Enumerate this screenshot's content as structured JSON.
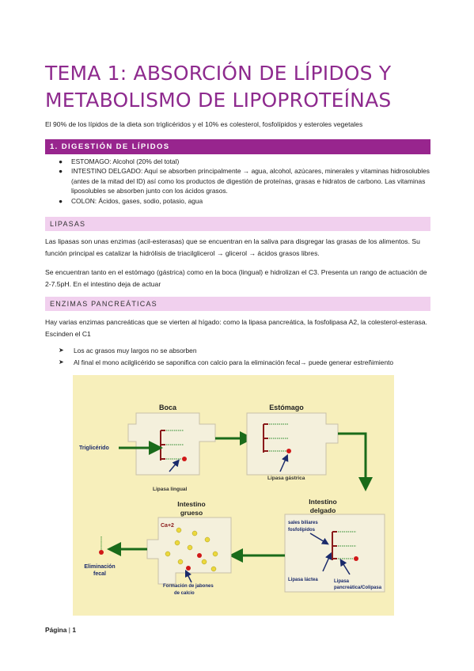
{
  "title": "TEMA 1: ABSORCIÓN DE LÍPIDOS Y METABOLISMO DE LIPOPROTEÍNAS",
  "intro": "El 90% de los lípidos de la dieta son triglicéridos y el 10% es colesterol, fosfolípidos y esteroles vegetales",
  "section1": {
    "heading": "1. DIGESTIÓN DE LÍPIDOS",
    "bullets": [
      "ESTOMAGO: Alcohol (20% del total)",
      "INTESTINO DELGADO: Aquí se absorben principalmente → agua, alcohol, azúcares, minerales y vitaminas hidrosolubles (antes de la mitad del ID) así como los productos de digestión de proteínas, grasas e hidratos de carbono. Las vitaminas liposolubles se absorben junto con los ácidos grasos.",
      "COLON: Ácidos, gases, sodio, potasio, agua"
    ]
  },
  "lipasas": {
    "heading": "LIPASAS",
    "p1": "Las lipasas son unas enzimas (acil-esterasas) que se encuentran en la saliva para disgregar las grasas de los alimentos. Su función principal es catalizar la hidrólisis de triacilglicerol → glicerol → ácidos grasos libres.",
    "p2": "Se encuentran tanto en el estómago (gástrica) como en la boca (lingual) e hidrolizan el C3. Presenta un rango de actuación de 2-7.5pH. En el intestino deja de actuar"
  },
  "enzimas": {
    "heading": "ENZIMAS PANCREÁTICAS",
    "p1": "Hay varias enzimas pancreáticas que se vierten al hígado: como la lipasa pancreática, la fosfolipasa A2, la colesterol-esterasa. Escinden el C1",
    "bullets": [
      "Los ac grasos muy largos no se absorben",
      "Al final el mono acilglicérido se saponifica con calcio para la eliminación fecal→ puede generar estreñimiento"
    ]
  },
  "figure": {
    "boca": "Boca",
    "estomago": "Estómago",
    "trigliceridos": "Triglicérido",
    "lipasa_lingual": "Lipasa lingual",
    "lipasa_gastrica": "Lipasa gástrica",
    "intestino_grueso": [
      "Intestino",
      "grueso"
    ],
    "intestino_delgado": [
      "Intestino",
      "delgado"
    ],
    "sales_biliares": [
      "sales biliares",
      "fosfolípidos"
    ],
    "calcio": "Ca+2",
    "lipasa_lactea": "Lipasa láctea",
    "lipasa_pancreatica": [
      "Lipasa",
      "pancreática/Colipasa"
    ],
    "formacion": [
      "Formación de jabones",
      "de calcio"
    ],
    "eliminacion": [
      "Eliminación",
      "fecal"
    ]
  },
  "footer": {
    "label": "Página",
    "page": "1"
  }
}
